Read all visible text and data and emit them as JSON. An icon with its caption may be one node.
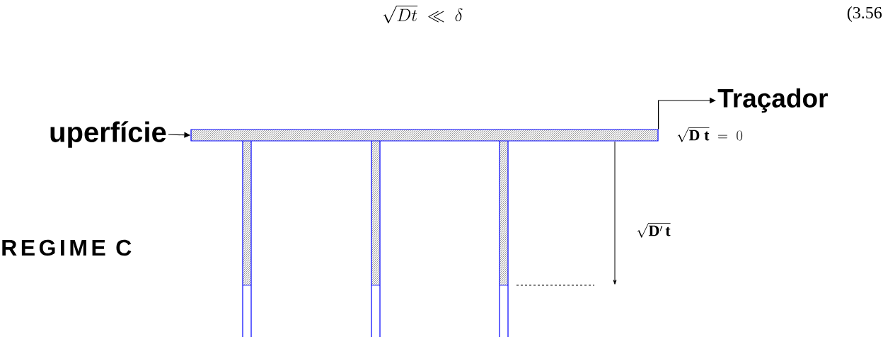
{
  "diagram": {
    "nodes": [
      {
        "text": [
          "uperfície"
        ]
      },
      {
        "text": [],
        "shape": "bar"
      },
      {
        "text": [
          "Traçador"
        ]
      }
    ],
    "edges": [
      {
        "from": 0,
        "to": 1,
        "arrow": "to"
      },
      {
        "from": 1,
        "to": 2,
        "arrow": "to"
      }
    ],
    "labels": [
      "\\sqrt{Dt}\\;\\ll\\;\\delta",
      "(3.56",
      "REGIME C",
      "\\sqrt{\\mathbf{D\\;t}}\\;=\\;0",
      "\\sqrt{\\mathbf{D'\\,t}}"
    ]
  }
}
